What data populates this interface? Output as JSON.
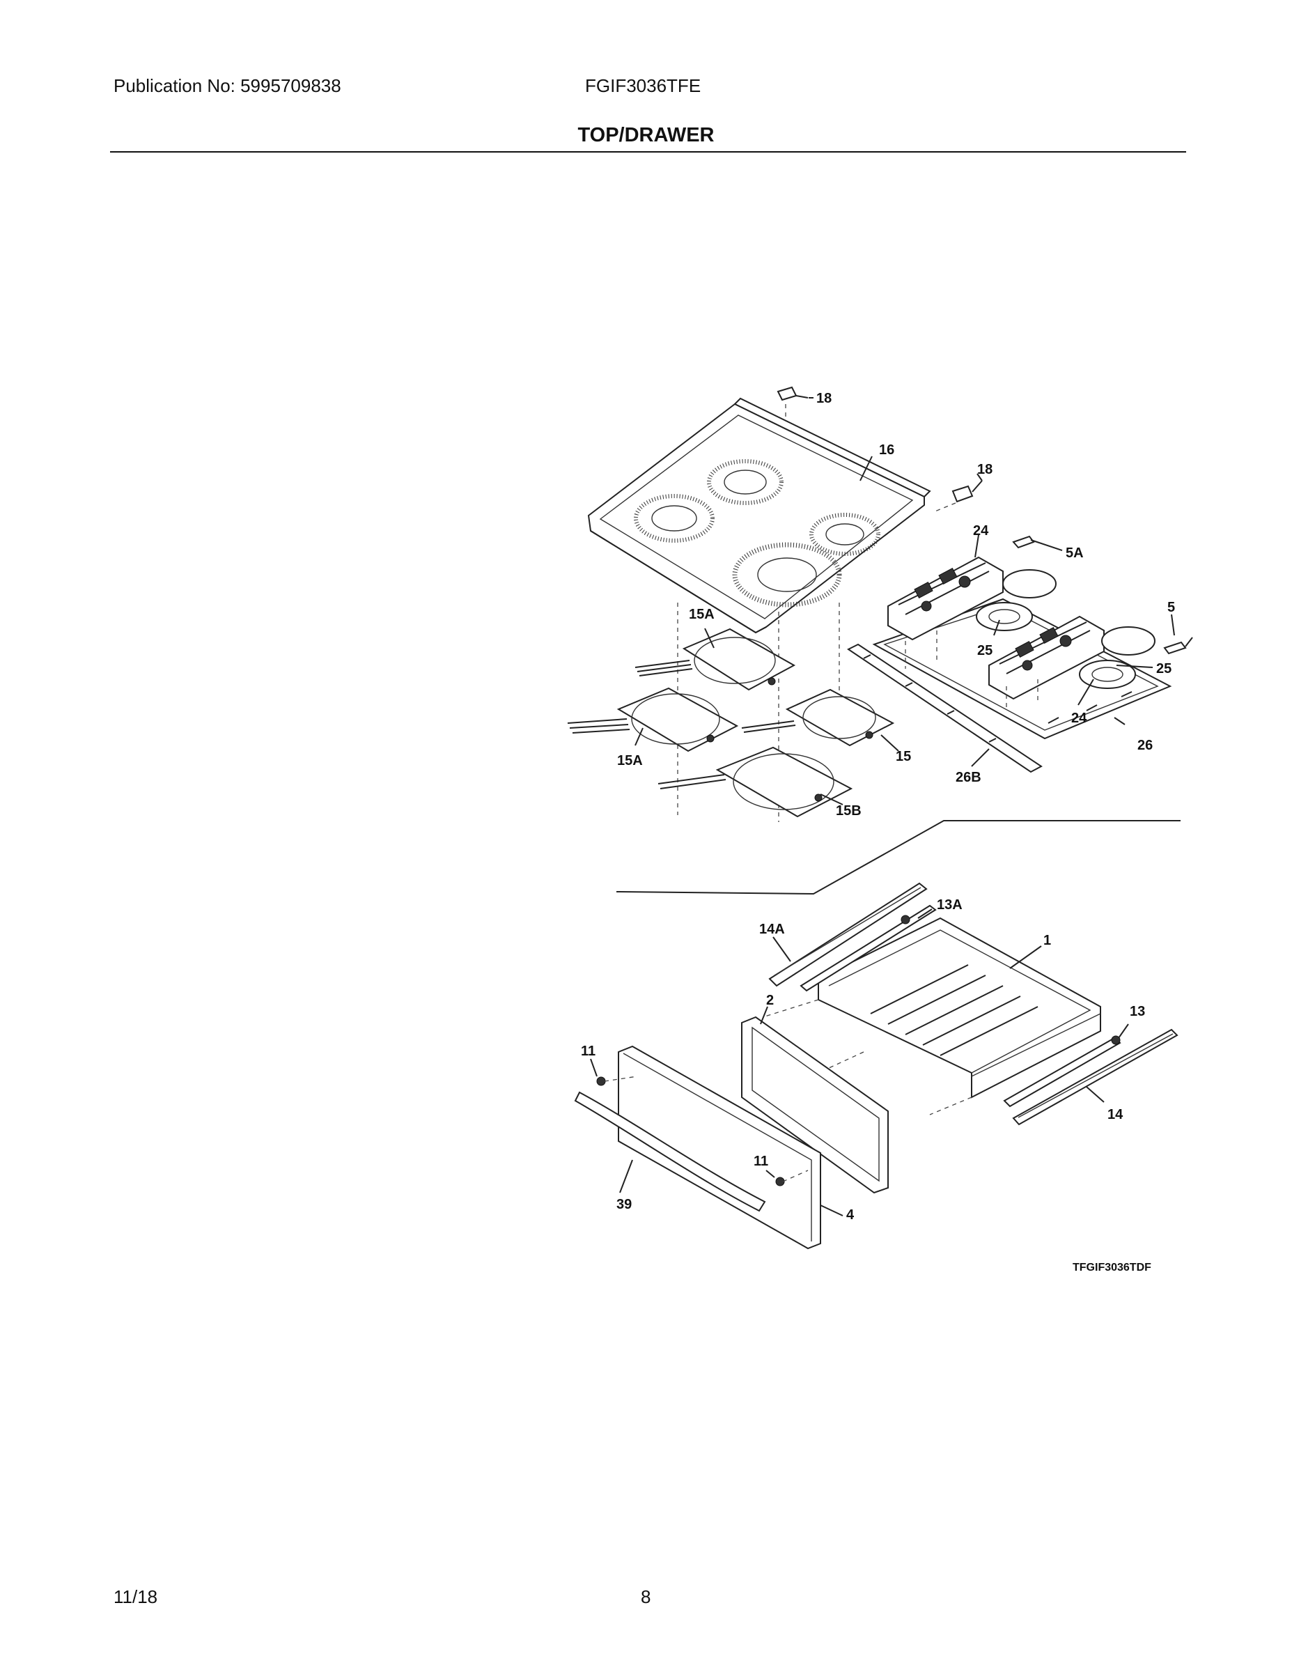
{
  "header": {
    "publication": "Publication No: 5995709838",
    "model": "FGIF3036TFE",
    "section_title": "TOP/DRAWER"
  },
  "footer": {
    "date": "11/18",
    "page": "8"
  },
  "diagram": {
    "figure_code": "TFGIF3036TDF",
    "callouts": {
      "c18a": "18",
      "c16": "16",
      "c18b": "18",
      "c24a": "24",
      "c5a": "5A",
      "c5": "5",
      "c15a_top": "15A",
      "c25a": "25",
      "c25b": "25",
      "c24b": "24",
      "c26": "26",
      "c15a_bot": "15A",
      "c15": "15",
      "c26b": "26B",
      "c15b": "15B",
      "c13a": "13A",
      "c14a": "14A",
      "c1": "1",
      "c2": "2",
      "c13": "13",
      "c11a": "11",
      "c14": "14",
      "c11b": "11",
      "c39": "39",
      "c4": "4"
    }
  }
}
